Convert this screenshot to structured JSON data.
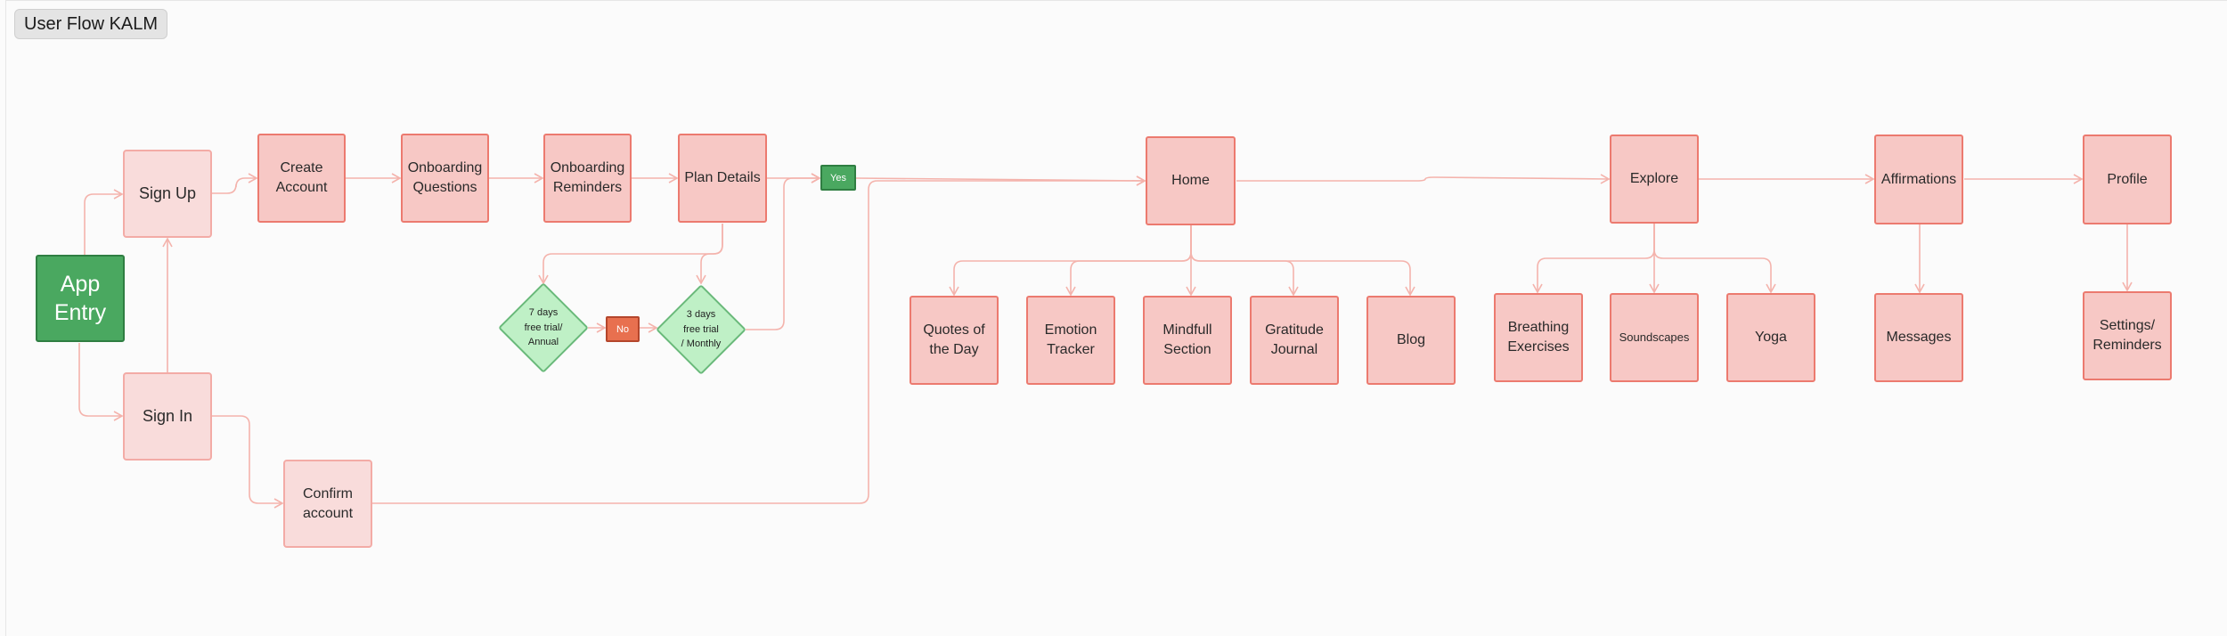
{
  "board": {
    "title": "User Flow KALM"
  },
  "nodes": {
    "app_entry": "App\nEntry",
    "sign_up": "Sign Up",
    "sign_in": "Sign In",
    "confirm_account": "Confirm\naccount",
    "create_account": "Create\nAccount",
    "onboarding_questions": "Onboarding\nQuestions",
    "onboarding_reminders": "Onboarding\nReminders",
    "plan_details": "Plan Details",
    "trial_annual": "7 days\nfree trial/\nAnnual",
    "trial_monthly": "3 days\nfree trial\n/ Monthly",
    "no_tag": "No",
    "yes_tag": "Yes",
    "home": "Home",
    "quotes": "Quotes of\nthe Day",
    "emotion_tracker": "Emotion\nTracker",
    "mindfull_section": "Mindfull\nSection",
    "gratitude_journal": "Gratitude\nJournal",
    "blog": "Blog",
    "explore": "Explore",
    "breathing": "Breathing\nExercises",
    "soundscapes": "Soundscapes",
    "yoga": "Yoga",
    "affirmations": "Affirmations",
    "messages": "Messages",
    "profile": "Profile",
    "settings": "Settings/\nReminders"
  },
  "colors": {
    "connector": "#f4b3ac",
    "entry_green": "#4aa860",
    "decision_green": "#bff0c6",
    "node_fill": "#f7c8c5",
    "node_border": "#ec7a6f",
    "light_fill": "#f9dcdb",
    "no_tag": "#e8704f"
  }
}
